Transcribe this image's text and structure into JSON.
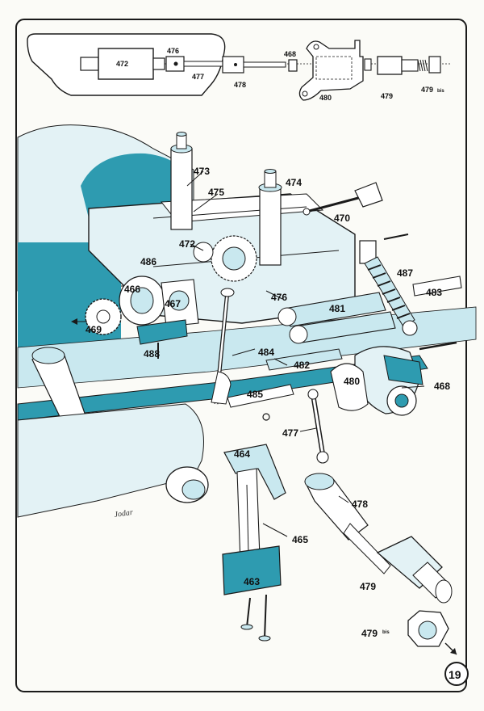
{
  "colors": {
    "teal": "#2e9bb0",
    "teal_light": "#c9e8ef",
    "teal_pale": "#e3f2f5",
    "ink": "#1a1a1a",
    "paper": "#fbfbf7"
  },
  "inset_labels": {
    "l472": "472",
    "l476": "476",
    "l477": "477",
    "l478": "478",
    "l468": "468",
    "l480": "480",
    "l479": "479",
    "l479b_num": "479",
    "l479b_sub": "bis"
  },
  "labels": {
    "l473": "473",
    "l474": "474",
    "l475": "475",
    "l470": "470",
    "l472": "472",
    "l486": "486",
    "l487": "487",
    "l483": "483",
    "l466": "466",
    "l467": "467",
    "l476": "476",
    "l481": "481",
    "l469": "469",
    "l488": "488",
    "l484": "484",
    "l482": "482",
    "l480": "480",
    "l468": "468",
    "l485": "485",
    "l477": "477",
    "l464": "464",
    "l465": "465",
    "l478": "478",
    "l463": "463",
    "l479": "479",
    "l479b_num": "479",
    "l479b_sub": "bis"
  },
  "signature": "Jodar",
  "page_number": "19"
}
